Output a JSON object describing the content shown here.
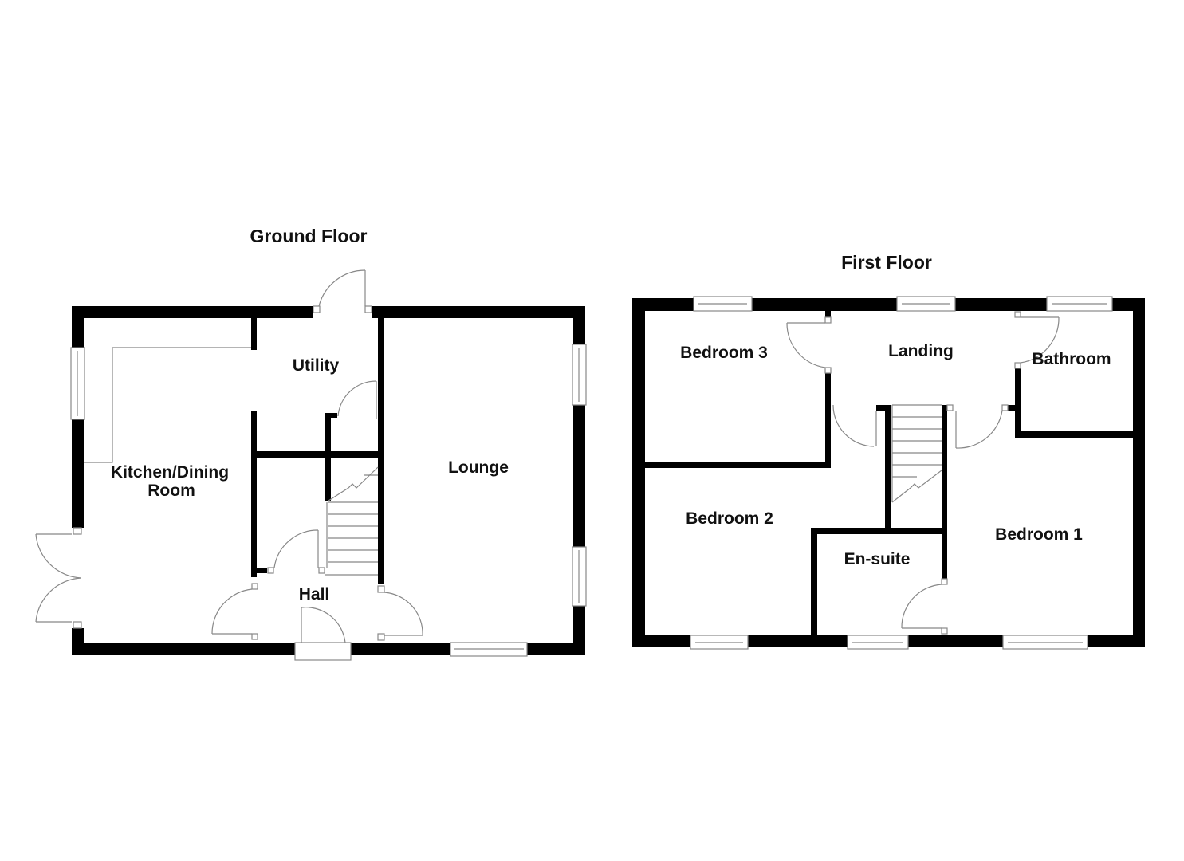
{
  "ground_floor": {
    "title": "Ground Floor",
    "rooms": {
      "kitchen_line1": "Kitchen/Dining",
      "kitchen_line2": "Room",
      "utility": "Utility",
      "lounge": "Lounge",
      "hall": "Hall"
    }
  },
  "first_floor": {
    "title": "First Floor",
    "rooms": {
      "bedroom3": "Bedroom 3",
      "landing": "Landing",
      "bathroom": "Bathroom",
      "bedroom2": "Bedroom 2",
      "ensuite": "En-suite",
      "bedroom1": "Bedroom 1"
    }
  },
  "colors": {
    "wall": "#000000",
    "fixture_line": "#888888",
    "background": "#ffffff"
  }
}
